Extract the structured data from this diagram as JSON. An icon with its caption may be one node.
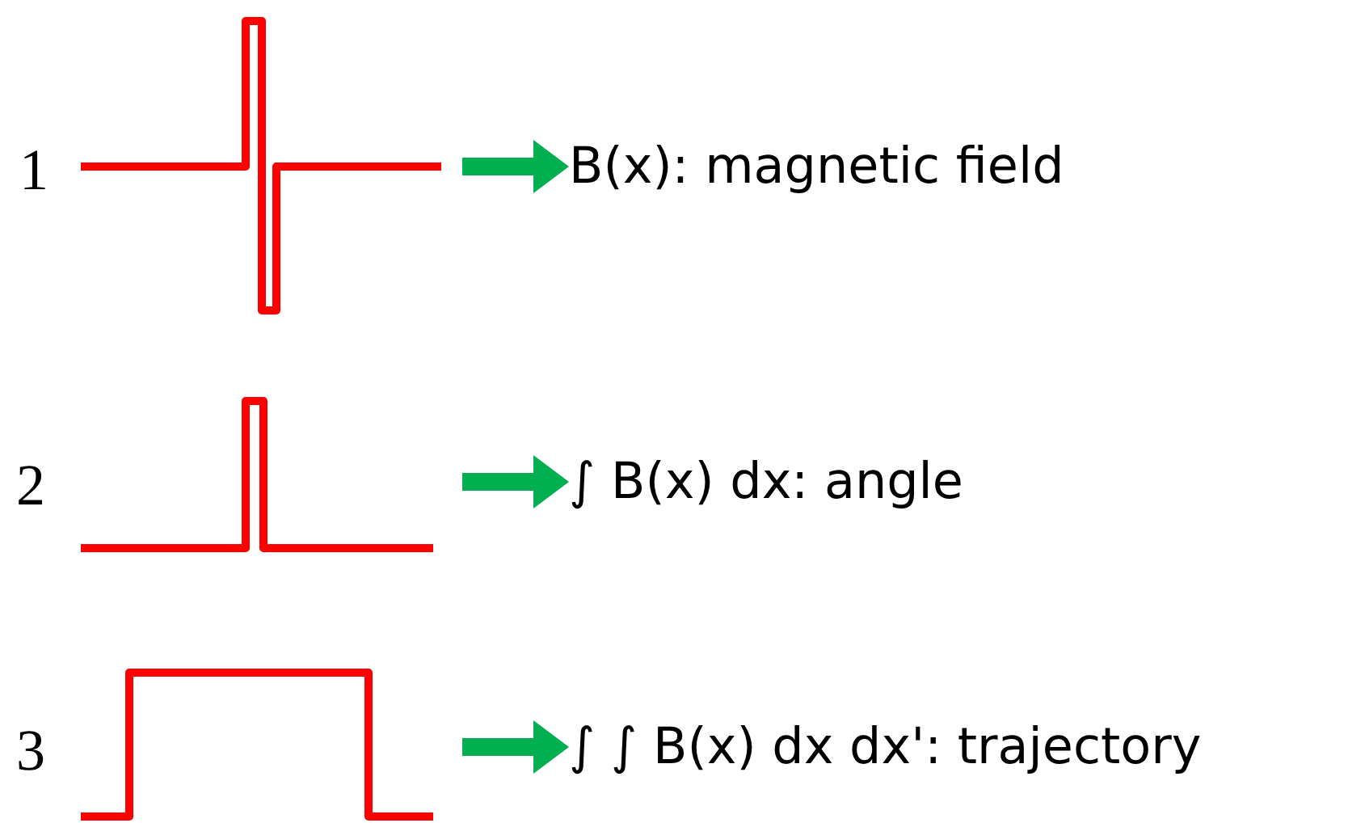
{
  "diagram": {
    "nodes": [
      {
        "text": [],
        "shape": "picture"
      },
      {
        "text": [
          "B(x): magnetic field"
        ]
      },
      {
        "text": [],
        "shape": "picture"
      },
      {
        "text": [
          "∫ B(x) dx: angle"
        ]
      },
      {
        "text": [],
        "shape": "picture"
      },
      {
        "text": [
          "∫ ∫ B(x) dx dx': trajectory"
        ]
      }
    ],
    "edges": [
      {
        "from": 0,
        "to": 1,
        "arrow": "to"
      },
      {
        "from": 2,
        "to": 3,
        "arrow": "to"
      },
      {
        "from": 4,
        "to": 5,
        "arrow": "to"
      }
    ],
    "labels": [
      "1",
      "2",
      "3"
    ]
  }
}
